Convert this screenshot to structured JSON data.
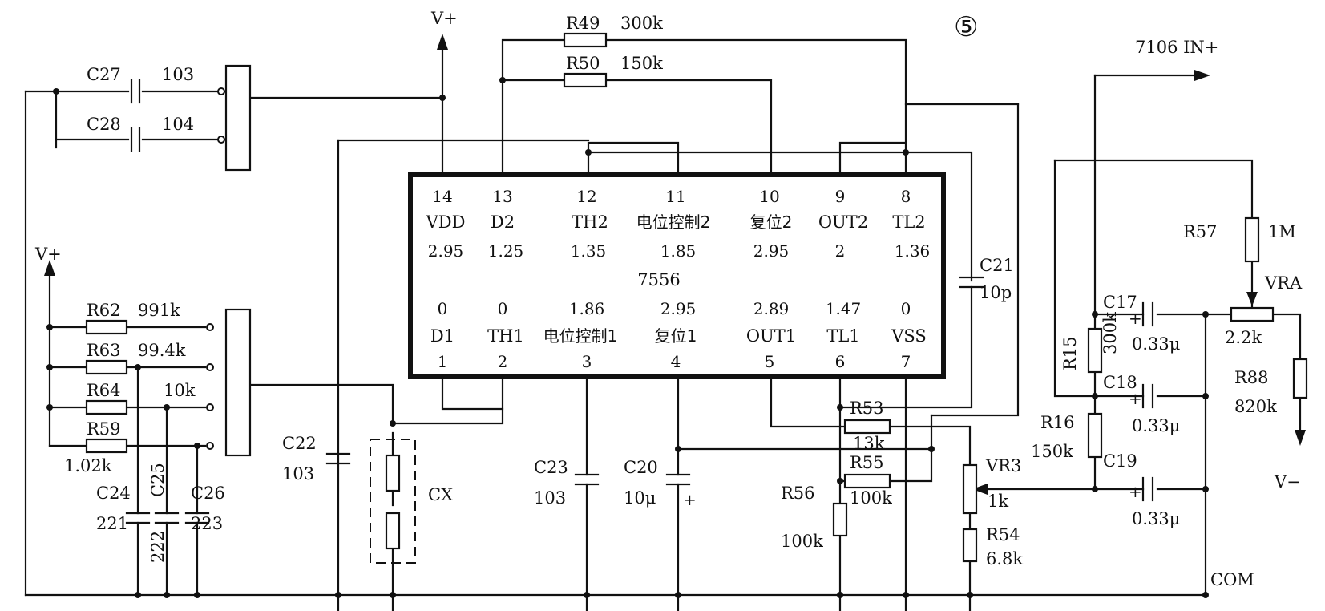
{
  "marker": "⑤",
  "supply": {
    "vplus_top": "V+",
    "vplus_left": "V+",
    "vminus": "V−",
    "com": "COM",
    "in_plus": "7106 IN+"
  },
  "ic": {
    "name": "7556",
    "top_pins": [
      {
        "num": "14",
        "name": "VDD",
        "volt": "2.95"
      },
      {
        "num": "13",
        "name": "D2",
        "volt": "1.25"
      },
      {
        "num": "12",
        "name": "TH2",
        "volt": "1.35"
      },
      {
        "num": "11",
        "name": "电位控制2",
        "volt": "1.85"
      },
      {
        "num": "10",
        "name": "复位2",
        "volt": "2.95"
      },
      {
        "num": "9",
        "name": "OUT2",
        "volt": "2"
      },
      {
        "num": "8",
        "name": "TL2",
        "volt": "1.36"
      }
    ],
    "bottom_pins": [
      {
        "num": "1",
        "name": "D1",
        "volt": "0"
      },
      {
        "num": "2",
        "name": "TH1",
        "volt": "0"
      },
      {
        "num": "3",
        "name": "电位控制1",
        "volt": "1.86"
      },
      {
        "num": "4",
        "name": "复位1",
        "volt": "2.95"
      },
      {
        "num": "5",
        "name": "OUT1",
        "volt": "2.89"
      },
      {
        "num": "6",
        "name": "TL1",
        "volt": "1.47"
      },
      {
        "num": "7",
        "name": "VSS",
        "volt": "0"
      }
    ]
  },
  "components": {
    "r49": {
      "ref": "R49",
      "value": "300k"
    },
    "r50": {
      "ref": "R50",
      "value": "150k"
    },
    "c27": {
      "ref": "C27",
      "value": "103"
    },
    "c28": {
      "ref": "C28",
      "value": "104"
    },
    "r62": {
      "ref": "R62",
      "value": "991k"
    },
    "r63": {
      "ref": "R63",
      "value": "99.4k"
    },
    "r64": {
      "ref": "R64",
      "value": "10k"
    },
    "r59": {
      "ref": "R59",
      "value": "1.02k"
    },
    "c24": {
      "ref": "C24",
      "value": "221"
    },
    "c25": {
      "ref": "C25",
      "value": "222"
    },
    "c26": {
      "ref": "C26",
      "value": "223"
    },
    "c22": {
      "ref": "C22",
      "value": "103"
    },
    "cx": {
      "ref": "CX"
    },
    "c23": {
      "ref": "C23",
      "value": "103"
    },
    "c20": {
      "ref": "C20",
      "value": "10μ"
    },
    "c21": {
      "ref": "C21",
      "value": "10p"
    },
    "r53": {
      "ref": "R53",
      "value": "13k"
    },
    "r55": {
      "ref": "R55",
      "value": "100k"
    },
    "r56": {
      "ref": "R56",
      "value": "100k"
    },
    "vr3": {
      "ref": "VR3",
      "value": "1k"
    },
    "r54": {
      "ref": "R54",
      "value": "6.8k"
    },
    "r57": {
      "ref": "R57",
      "value": "1M"
    },
    "r15": {
      "ref": "R15",
      "value": "300k"
    },
    "r16": {
      "ref": "R16",
      "value": "150k"
    },
    "c17": {
      "ref": "C17",
      "value": "0.33μ"
    },
    "c18": {
      "ref": "C18",
      "value": "0.33μ"
    },
    "c19": {
      "ref": "C19",
      "value": "0.33μ"
    },
    "vra": {
      "ref": "VRA",
      "value": "2.2k"
    },
    "r88": {
      "ref": "R88",
      "value": "820k"
    }
  },
  "polarity_mark": "+"
}
